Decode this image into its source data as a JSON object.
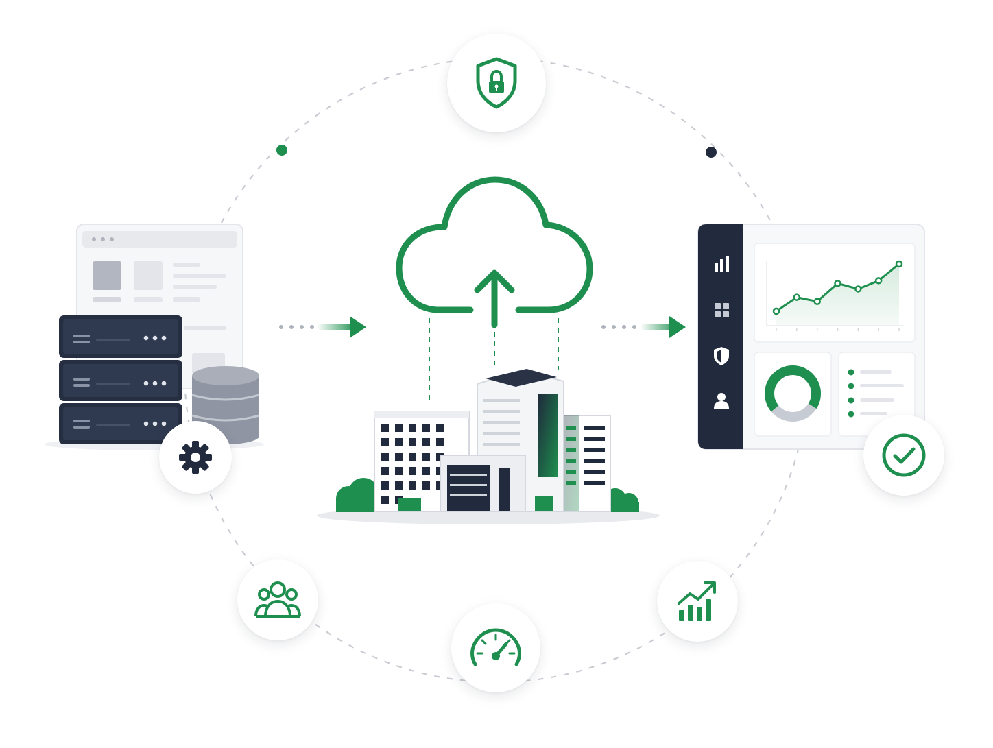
{
  "colors": {
    "accent": "#1e8f4e",
    "accent_light": "#dff1e6",
    "navy": "#222b3d",
    "ring": "#c9ccd3",
    "gray": "#9ea3ad"
  },
  "icons": {
    "top": "shield-lock-icon",
    "left": "gear-icon",
    "right": "check-circle-icon",
    "bottom_left": "users-group-icon",
    "bottom_center": "speedometer-icon",
    "bottom_right": "growth-chart-icon",
    "center": "cloud-upload-icon"
  },
  "illustrations": {
    "left": "server-rack-with-database",
    "center": "office-buildings",
    "right": "analytics-dashboard"
  },
  "chart_data": {
    "type": "line",
    "x": [
      1,
      2,
      3,
      4,
      5,
      6,
      7
    ],
    "y": [
      1,
      2,
      1.7,
      3,
      2.6,
      3.2,
      4.4
    ],
    "title": "",
    "xlabel": "",
    "ylabel": "",
    "grid": false
  },
  "donut": {
    "filled_fraction": 0.7
  }
}
